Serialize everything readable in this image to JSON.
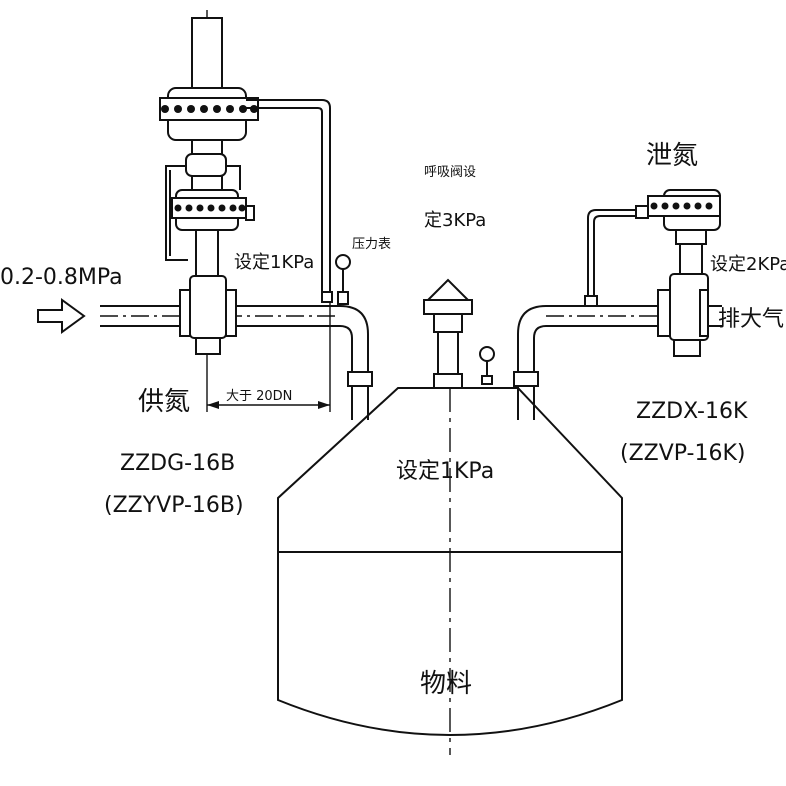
{
  "labels": {
    "supply_pressure": "0.2-0.8MPa",
    "supply_nitrogen": "供氮",
    "left_setpoint": "设定1KPa",
    "pressure_gauge": "压力表",
    "distance_note": "大于 20DN",
    "left_model": "ZZDG-16B",
    "left_model_alt": "(ZZYVP-16B)",
    "breather_valve": "呼吸阀设",
    "breather_setpoint": "定3KPa",
    "vent_nitrogen": "泄氮",
    "right_setpoint": "设定2KPa",
    "exhaust": "排大气",
    "right_model": "ZZDX-16K",
    "right_model_alt": "(ZZVP-16K)",
    "tank_setpoint": "设定1KPa",
    "material": "物料"
  }
}
